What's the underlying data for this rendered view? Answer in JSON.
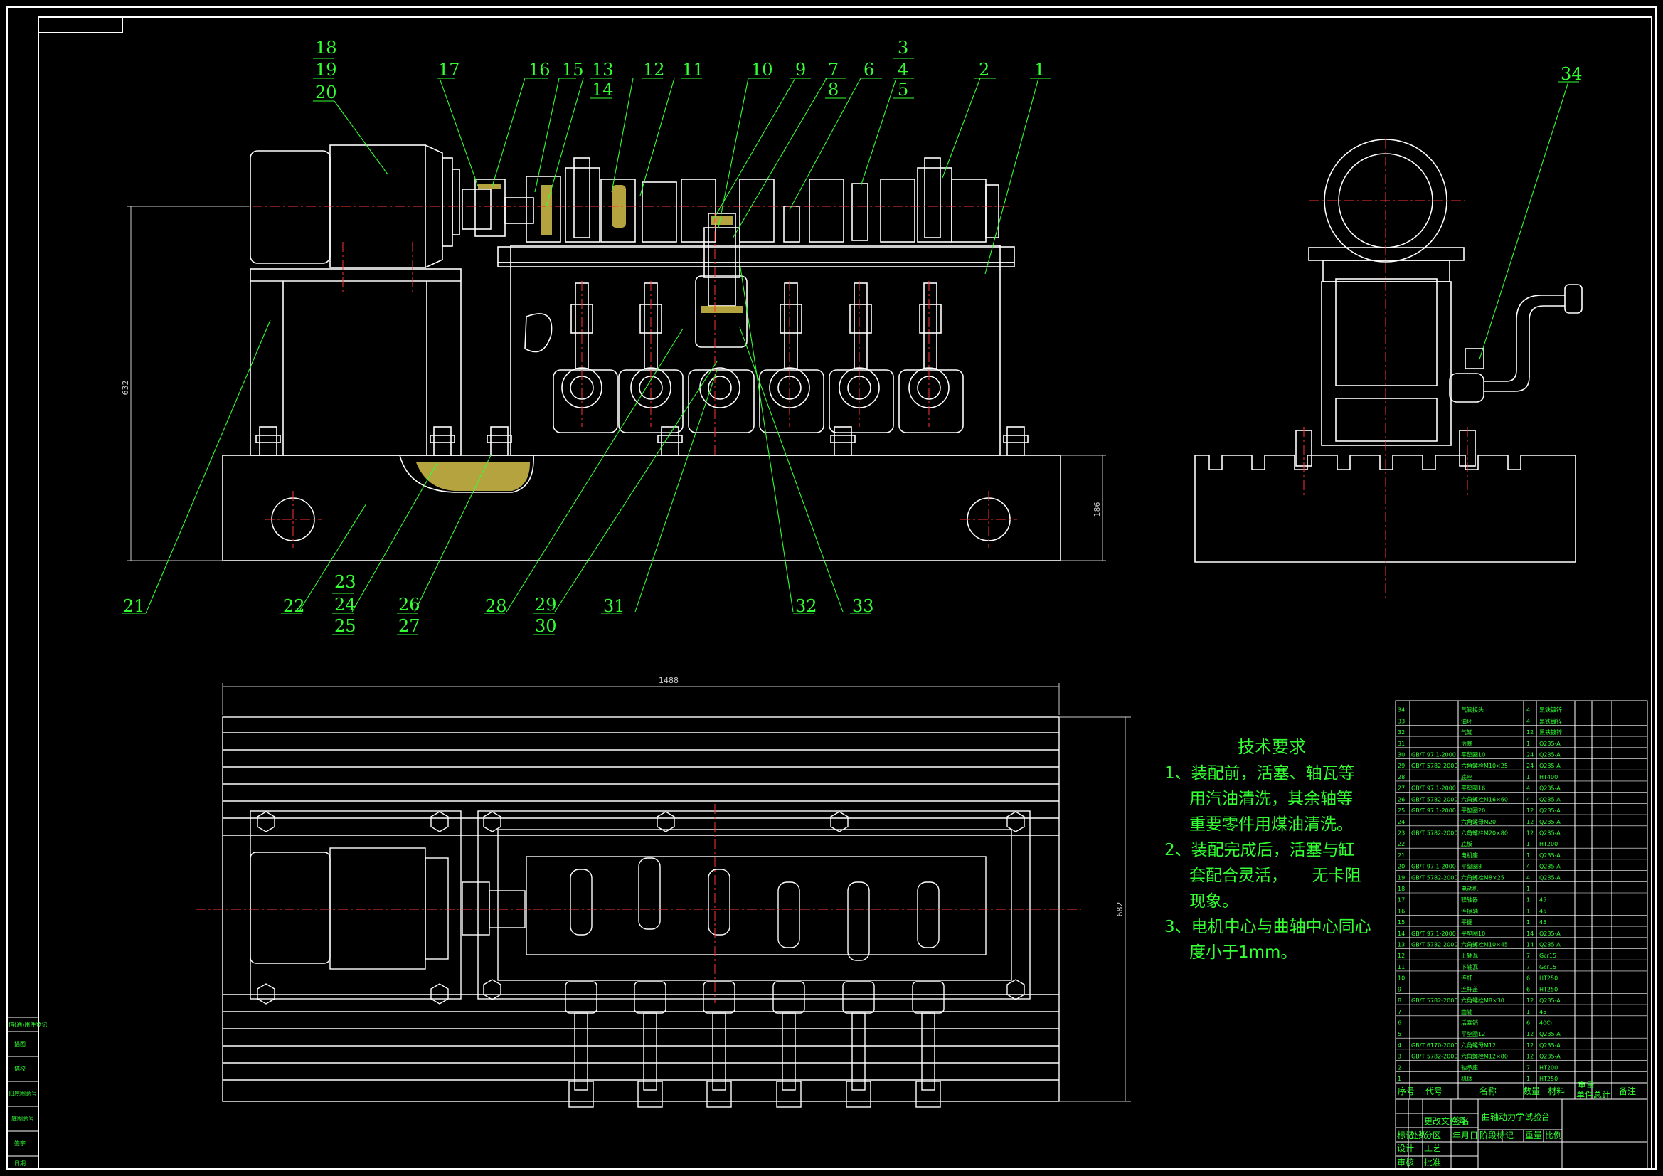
{
  "colors": {
    "background": "#000000",
    "outline": "#ffffff",
    "leader": "#33ff33",
    "centerline": "#ff3333",
    "hatch": "#d4c04a",
    "dimension": "#cccccc"
  },
  "front_view": {
    "balloons": [
      "18",
      "19",
      "20",
      "17",
      "16",
      "15",
      "13",
      "14",
      "12",
      "11",
      "10",
      "9",
      "7",
      "8",
      "6",
      "3",
      "4",
      "5",
      "2",
      "1",
      "21",
      "22",
      "23",
      "24",
      "25",
      "26",
      "27",
      "28",
      "29",
      "30",
      "31",
      "32",
      "33"
    ],
    "dims": {
      "height": "632",
      "base_height": "186"
    }
  },
  "side_view": {
    "balloon": "34"
  },
  "plan_view": {
    "dims": {
      "width": "1488",
      "depth": "682"
    }
  },
  "technical_requirements": {
    "title": "技术要求",
    "lines": [
      "1、装配前，活塞、轴瓦等",
      "用汽油清洗，其余轴等",
      "重要零件用煤油清洗。",
      "2、装配完成后，活塞与缸",
      "套配合灵活，　　无卡阻",
      "现象。",
      "3、电机中心与曲轴中心同心",
      "度小于1mm。"
    ]
  },
  "bom": {
    "rows": [
      {
        "no": "34",
        "code": "",
        "name": "气管接头",
        "qty": "4",
        "material": "黑铁镀锌"
      },
      {
        "no": "33",
        "code": "",
        "name": "油环",
        "qty": "4",
        "material": "黑铁镀锌"
      },
      {
        "no": "32",
        "code": "",
        "name": "气缸",
        "qty": "12",
        "material": "黑铁镀锌"
      },
      {
        "no": "31",
        "code": "",
        "name": "活塞",
        "qty": "1",
        "material": "Q235-A"
      },
      {
        "no": "30",
        "code": "GB/T 97.1-2000",
        "name": "平垫圈10",
        "qty": "24",
        "material": "Q235-A"
      },
      {
        "no": "29",
        "code": "GB/T 5782-2000",
        "name": "六角螺栓M10×25",
        "qty": "24",
        "material": "Q235-A"
      },
      {
        "no": "28",
        "code": "",
        "name": "底座",
        "qty": "1",
        "material": "HT400"
      },
      {
        "no": "27",
        "code": "GB/T 97.1-2000",
        "name": "平垫圈16",
        "qty": "4",
        "material": "Q235-A"
      },
      {
        "no": "26",
        "code": "GB/T 5782-2000",
        "name": "六角螺栓M16×60",
        "qty": "4",
        "material": "Q235-A"
      },
      {
        "no": "25",
        "code": "GB/T 97.1-2000",
        "name": "平垫圈20",
        "qty": "12",
        "material": "Q235-A"
      },
      {
        "no": "24",
        "code": "",
        "name": "六角螺母M20",
        "qty": "12",
        "material": "Q235-A"
      },
      {
        "no": "23",
        "code": "GB/T 5782-2000",
        "name": "六角螺栓M20×80",
        "qty": "12",
        "material": "Q235-A"
      },
      {
        "no": "22",
        "code": "",
        "name": "底板",
        "qty": "1",
        "material": "HT200"
      },
      {
        "no": "21",
        "code": "",
        "name": "电机座",
        "qty": "1",
        "material": "Q235-A"
      },
      {
        "no": "20",
        "code": "GB/T 97.1-2000",
        "name": "平垫圈8",
        "qty": "4",
        "material": "Q235-A"
      },
      {
        "no": "19",
        "code": "GB/T 5782-2000",
        "name": "六角螺栓M8×25",
        "qty": "4",
        "material": "Q235-A"
      },
      {
        "no": "18",
        "code": "",
        "name": "电动机",
        "qty": "1",
        "material": ""
      },
      {
        "no": "17",
        "code": "",
        "name": "联轴器",
        "qty": "1",
        "material": "45"
      },
      {
        "no": "16",
        "code": "",
        "name": "连接轴",
        "qty": "1",
        "material": "45"
      },
      {
        "no": "15",
        "code": "",
        "name": "平键",
        "qty": "1",
        "material": "45"
      },
      {
        "no": "14",
        "code": "GB/T 97.1-2000",
        "name": "平垫圈10",
        "qty": "14",
        "material": "Q235-A"
      },
      {
        "no": "13",
        "code": "GB/T 5782-2000",
        "name": "六角螺栓M10×45",
        "qty": "14",
        "material": "Q235-A"
      },
      {
        "no": "12",
        "code": "",
        "name": "上轴瓦",
        "qty": "7",
        "material": "Gcr15"
      },
      {
        "no": "11",
        "code": "",
        "name": "下轴瓦",
        "qty": "7",
        "material": "Gcr15"
      },
      {
        "no": "10",
        "code": "",
        "name": "连杆",
        "qty": "6",
        "material": "HT250"
      },
      {
        "no": "9",
        "code": "",
        "name": "连杆盖",
        "qty": "6",
        "material": "HT250"
      },
      {
        "no": "8",
        "code": "GB/T 5782-2000",
        "name": "六角螺栓M8×30",
        "qty": "12",
        "material": "Q235-A"
      },
      {
        "no": "7",
        "code": "",
        "name": "曲轴",
        "qty": "1",
        "material": "45"
      },
      {
        "no": "6",
        "code": "",
        "name": "活塞销",
        "qty": "6",
        "material": "40Cr"
      },
      {
        "no": "5",
        "code": "",
        "name": "平垫圈12",
        "qty": "12",
        "material": "Q235-A"
      },
      {
        "no": "4",
        "code": "GB/T 6170-2000",
        "name": "六角螺母M12",
        "qty": "12",
        "material": "Q235-A"
      },
      {
        "no": "3",
        "code": "GB/T 5782-2000",
        "name": "六角螺栓M12×80",
        "qty": "12",
        "material": "Q235-A"
      },
      {
        "no": "2",
        "code": "",
        "name": "轴承座",
        "qty": "7",
        "material": "HT200"
      },
      {
        "no": "1",
        "code": "",
        "name": "机体",
        "qty": "1",
        "material": "HT250"
      }
    ],
    "header": [
      "序号",
      "代号",
      "名称",
      "数量",
      "材料",
      "单件",
      "总计",
      "备注"
    ],
    "header_weight": "重量"
  },
  "title_block": {
    "title": "曲轴动力学试验台",
    "labels": [
      "标记",
      "处数",
      "分区",
      "更改文件号",
      "签名",
      "年月日",
      "设计",
      "审核",
      "工艺",
      "批准",
      "阶段标记",
      "重量",
      "比例"
    ]
  },
  "left_margin": {
    "labels": [
      "借(通)用件登记",
      "描图",
      "描校",
      "旧底图总号",
      "底图总号",
      "签字",
      "日期"
    ]
  }
}
